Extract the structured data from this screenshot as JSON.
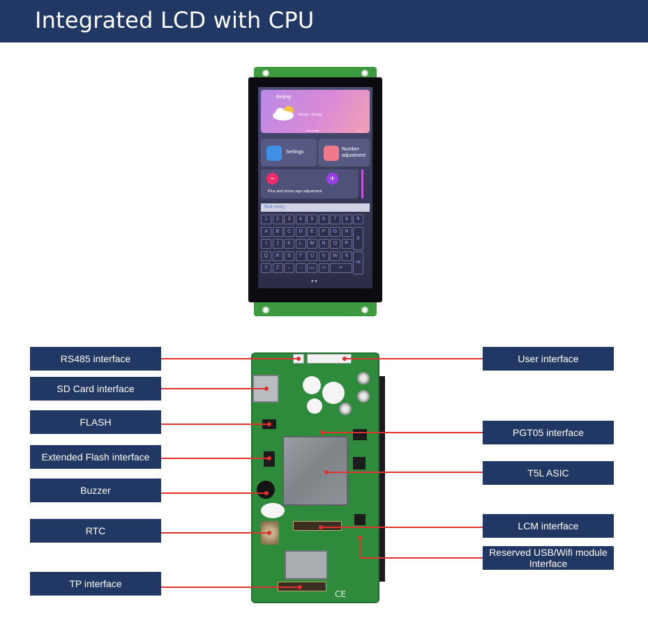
{
  "header": {
    "title": "Integrated LCD with CPU"
  },
  "lcd_screen": {
    "weather": {
      "city": "Beijing",
      "condition": "Sunny - Cloudy",
      "air_quality": "Air quality",
      "uv": "1/V"
    },
    "tiles": [
      {
        "label": "Settings"
      },
      {
        "label": "Number adjustment"
      }
    ],
    "slider": {
      "minus": "−",
      "plus": "+",
      "caption": "Plus and minus sign adjustment"
    },
    "text_entry": "Text entry",
    "keyboard": {
      "rows": [
        [
          "1",
          "2",
          "3",
          "4",
          "5",
          "6",
          "7",
          "8",
          "9"
        ],
        [
          "A",
          "B",
          "C",
          "D",
          "E",
          "F",
          "G",
          "H"
        ],
        [
          "I",
          "J",
          "K",
          "L",
          "M",
          "N",
          "O",
          "P"
        ],
        [
          "Q",
          "R",
          "S",
          "T",
          "U",
          "V",
          "W",
          "X"
        ],
        [
          "Y",
          "Z",
          "←",
          "→",
          "ESC",
          "⇦",
          "↵"
        ]
      ],
      "side_keys": [
        "0",
        "OK"
      ]
    }
  },
  "labels_left": [
    "RS485 interface",
    "SD Card interface",
    "FLASH",
    "Extended Flash interface",
    "Buzzer",
    "RTC",
    "TP interface"
  ],
  "labels_right": [
    "User interface",
    "PGT05 interface",
    "T5L ASIC",
    "LCM interface",
    "Reserved USB/Wifi module Interface"
  ],
  "pcb": {
    "mark": "CE"
  },
  "colors": {
    "header_bg": "#213864",
    "label_bg": "#213864",
    "leader_line": "#e0312e",
    "pcb_green": "#2f8b3c"
  }
}
